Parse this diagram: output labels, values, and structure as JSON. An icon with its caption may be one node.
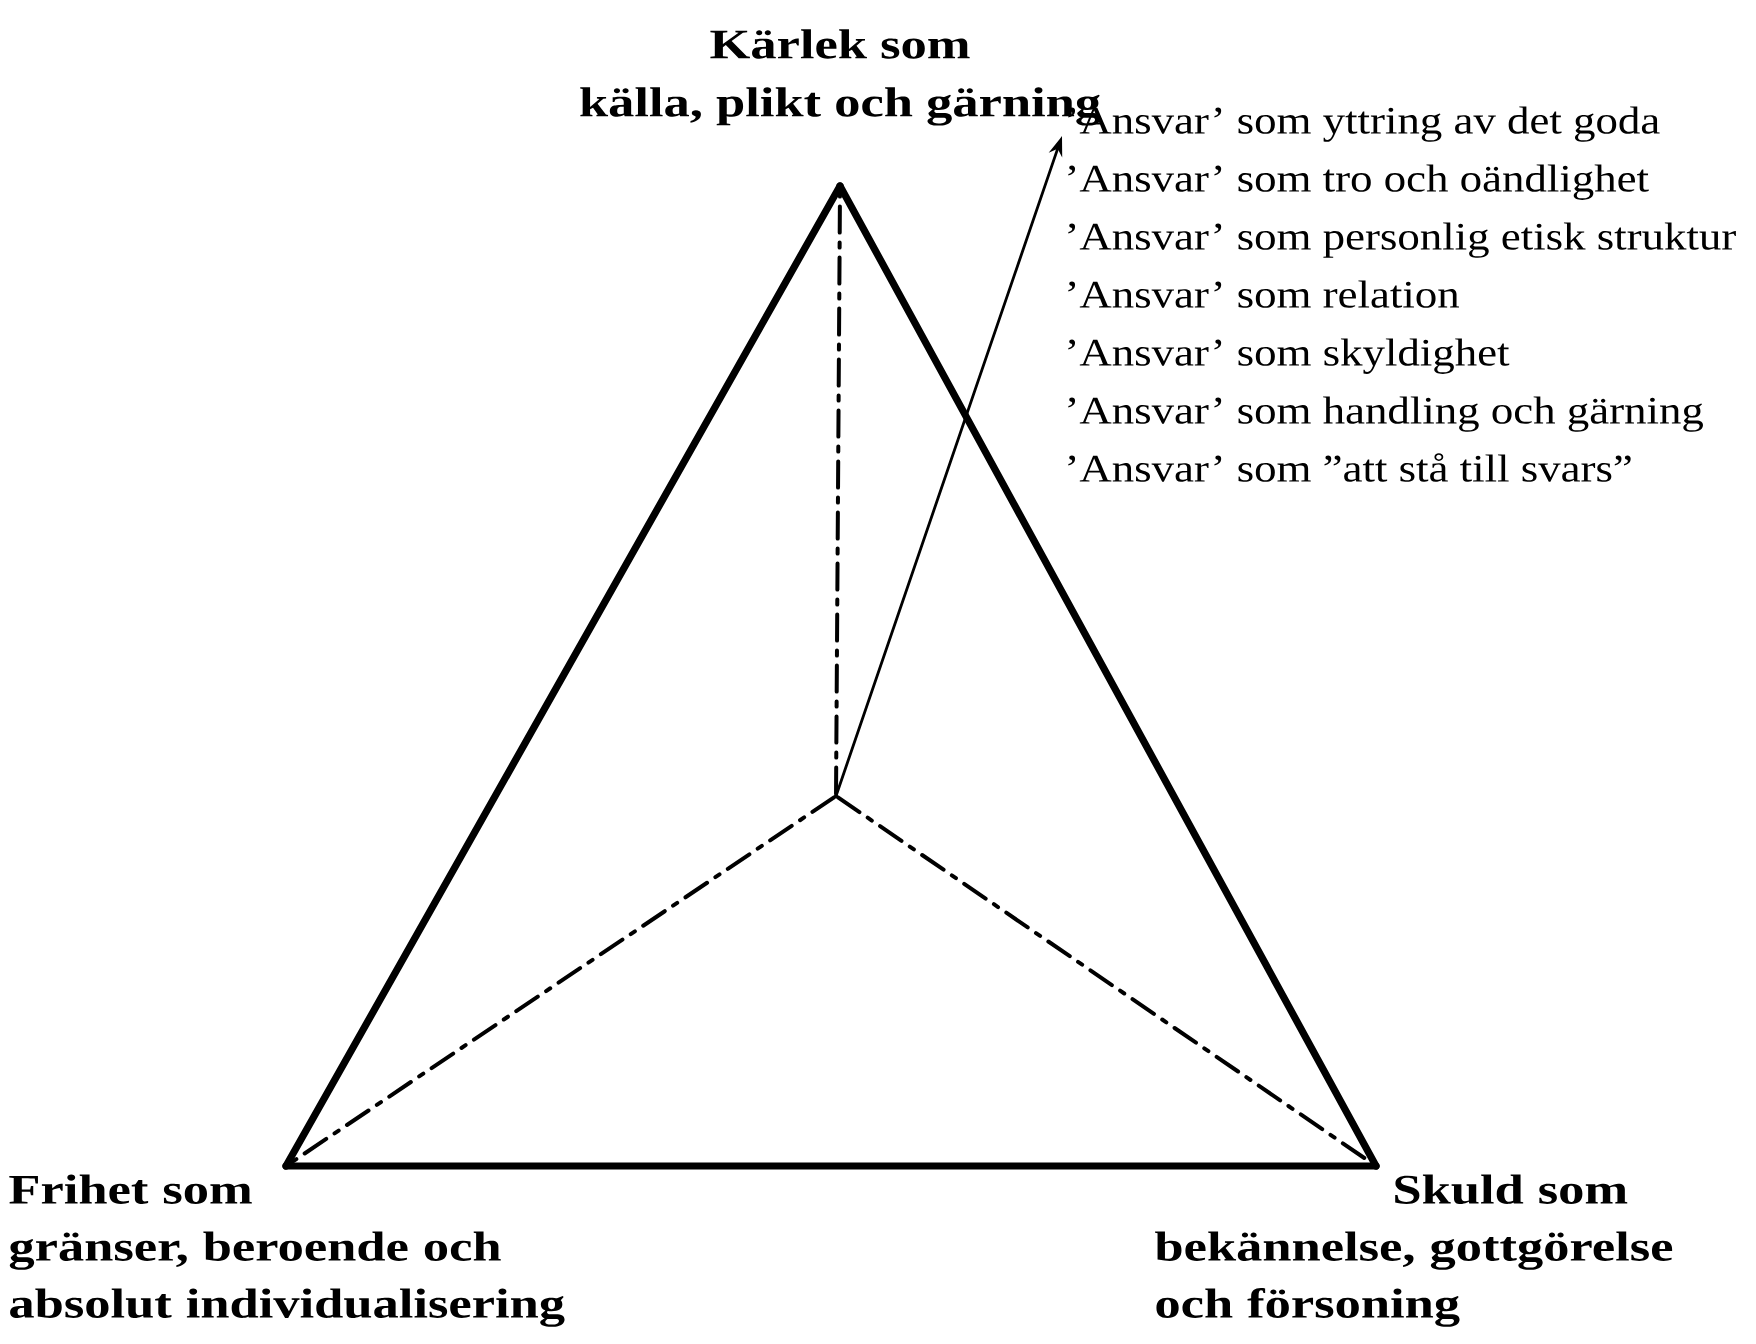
{
  "diagram": {
    "nodes": [
      {
        "text": [
          "Kärlek som",
          "källa, plikt och gärning"
        ]
      },
      {
        "text": [
          "Frihet som",
          "gränser, beroende och absolut individualisering"
        ]
      },
      {
        "text": [
          "Skuld som",
          "bekännelse, gottgörelse och försoning"
        ]
      },
      {
        "text": [],
        "shape": "point"
      },
      {
        "text": [
          "’Ansvar’ som yttring av det goda",
          "’Ansvar’ som tro och oändlighet",
          "’Ansvar’ som personlig etisk struktur",
          "’Ansvar’ som relation",
          "’Ansvar’ som skyldighet",
          "’Ansvar’ som handling och gärning",
          "’Ansvar’ som ”att stå till svars”"
        ]
      }
    ],
    "edges": [
      {
        "from": 0,
        "to": 1,
        "arrow": "none",
        "style": "thick"
      },
      {
        "from": 1,
        "to": 2,
        "arrow": "none",
        "style": "thick"
      },
      {
        "from": 2,
        "to": 0,
        "arrow": "none",
        "style": "thick"
      },
      {
        "from": 3,
        "to": 0,
        "arrow": "none",
        "style": "dashed"
      },
      {
        "from": 3,
        "to": 1,
        "arrow": "none",
        "style": "dashed"
      },
      {
        "from": 3,
        "to": 2,
        "arrow": "none",
        "style": "dashed"
      },
      {
        "from": 3,
        "to": 4,
        "arrow": "to"
      }
    ]
  }
}
